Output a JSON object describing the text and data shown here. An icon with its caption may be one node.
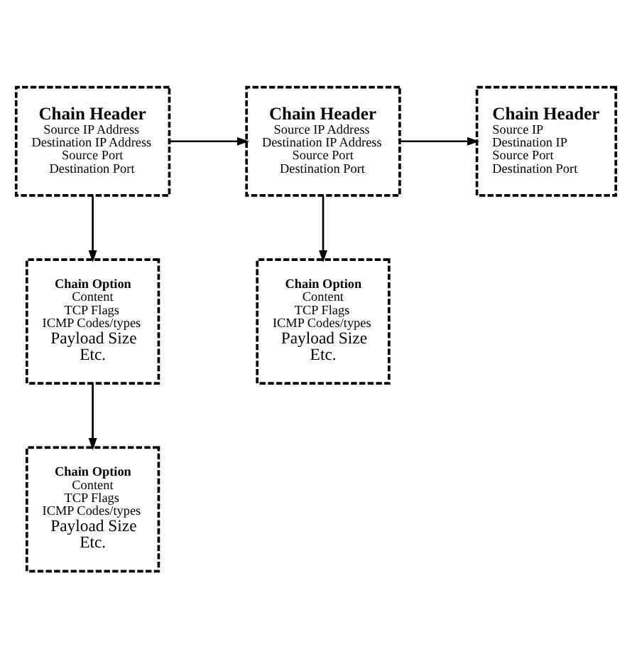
{
  "diagram": {
    "nodes": [
      {
        "text": [
          "Chain Header",
          "Source IP Address",
          "Destination IP Address",
          "Source Port",
          "Destination Port"
        ]
      },
      {
        "text": [
          "Chain Header",
          "Source IP Address",
          "Destination IP Address",
          "Source Port",
          "Destination Port"
        ]
      },
      {
        "text": [
          "Chain Header",
          "Source IP",
          "Destination IP",
          "Source Port",
          "Destination Port"
        ]
      },
      {
        "text": [
          "Chain Option",
          "Content",
          "TCP Flags",
          "ICMP Codes/types",
          "Payload Size",
          "Etc."
        ]
      },
      {
        "text": [
          "Chain Option",
          "Content",
          "TCP Flags",
          "ICMP Codes/types",
          "Payload Size",
          "Etc."
        ]
      },
      {
        "text": [
          "Chain Option",
          "Content",
          "TCP Flags",
          "ICMP Codes/types",
          "Payload Size",
          "Etc."
        ]
      }
    ],
    "edges": [
      {
        "from": 0,
        "to": 1,
        "arrow": "to"
      },
      {
        "from": 1,
        "to": 2,
        "arrow": "to"
      },
      {
        "from": 0,
        "to": 3,
        "arrow": "to"
      },
      {
        "from": 1,
        "to": 4,
        "arrow": "to"
      },
      {
        "from": 3,
        "to": 5,
        "arrow": "to"
      }
    ]
  }
}
